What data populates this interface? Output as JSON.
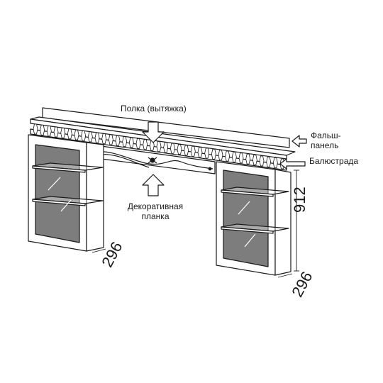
{
  "labels": {
    "shelf": "Полка (вытяжка)",
    "false_panel_line1": "Фальш-",
    "false_panel_line2": "панель",
    "balustrade": "Балюстрада",
    "decor_line1": "Декоративная",
    "decor_line2": "планка"
  },
  "dimensions": {
    "height": "912",
    "depth_left": "296",
    "depth_right": "296"
  },
  "colors": {
    "line": "#1a1a1a",
    "glass": "#7d7d7d",
    "panel": "#ffffff"
  }
}
